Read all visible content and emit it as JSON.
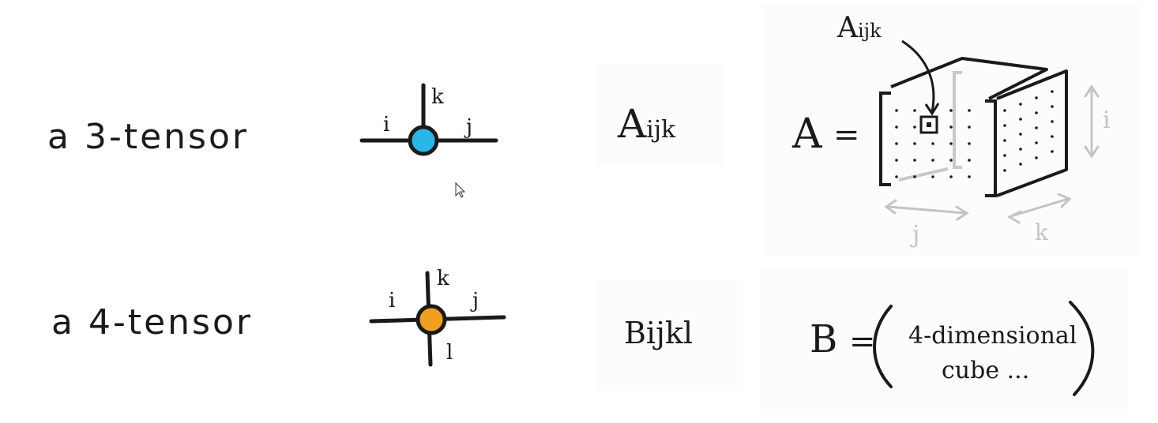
{
  "row3": {
    "label": "a 3-tensor",
    "node_color": "#29b6e8",
    "edges": {
      "left": "i",
      "up": "k",
      "right": "j"
    },
    "notation_base": "A",
    "notation_indices": "ijk",
    "equation_lhs": "A",
    "equation_eq": "=",
    "element_label_base": "A",
    "element_label_indices": "ijk",
    "dim_labels": {
      "vertical": "i",
      "bottom": "j",
      "depth": "k"
    }
  },
  "row4": {
    "label": "a 4-tensor",
    "node_color": "#f0a020",
    "edges": {
      "left": "i",
      "up": "k",
      "right": "j",
      "down": "l"
    },
    "notation": "Bijkl",
    "equation_lhs": "B",
    "equation_eq": "=",
    "cube_text_line1": "4-dimensional",
    "cube_text_line2": "cube ..."
  }
}
